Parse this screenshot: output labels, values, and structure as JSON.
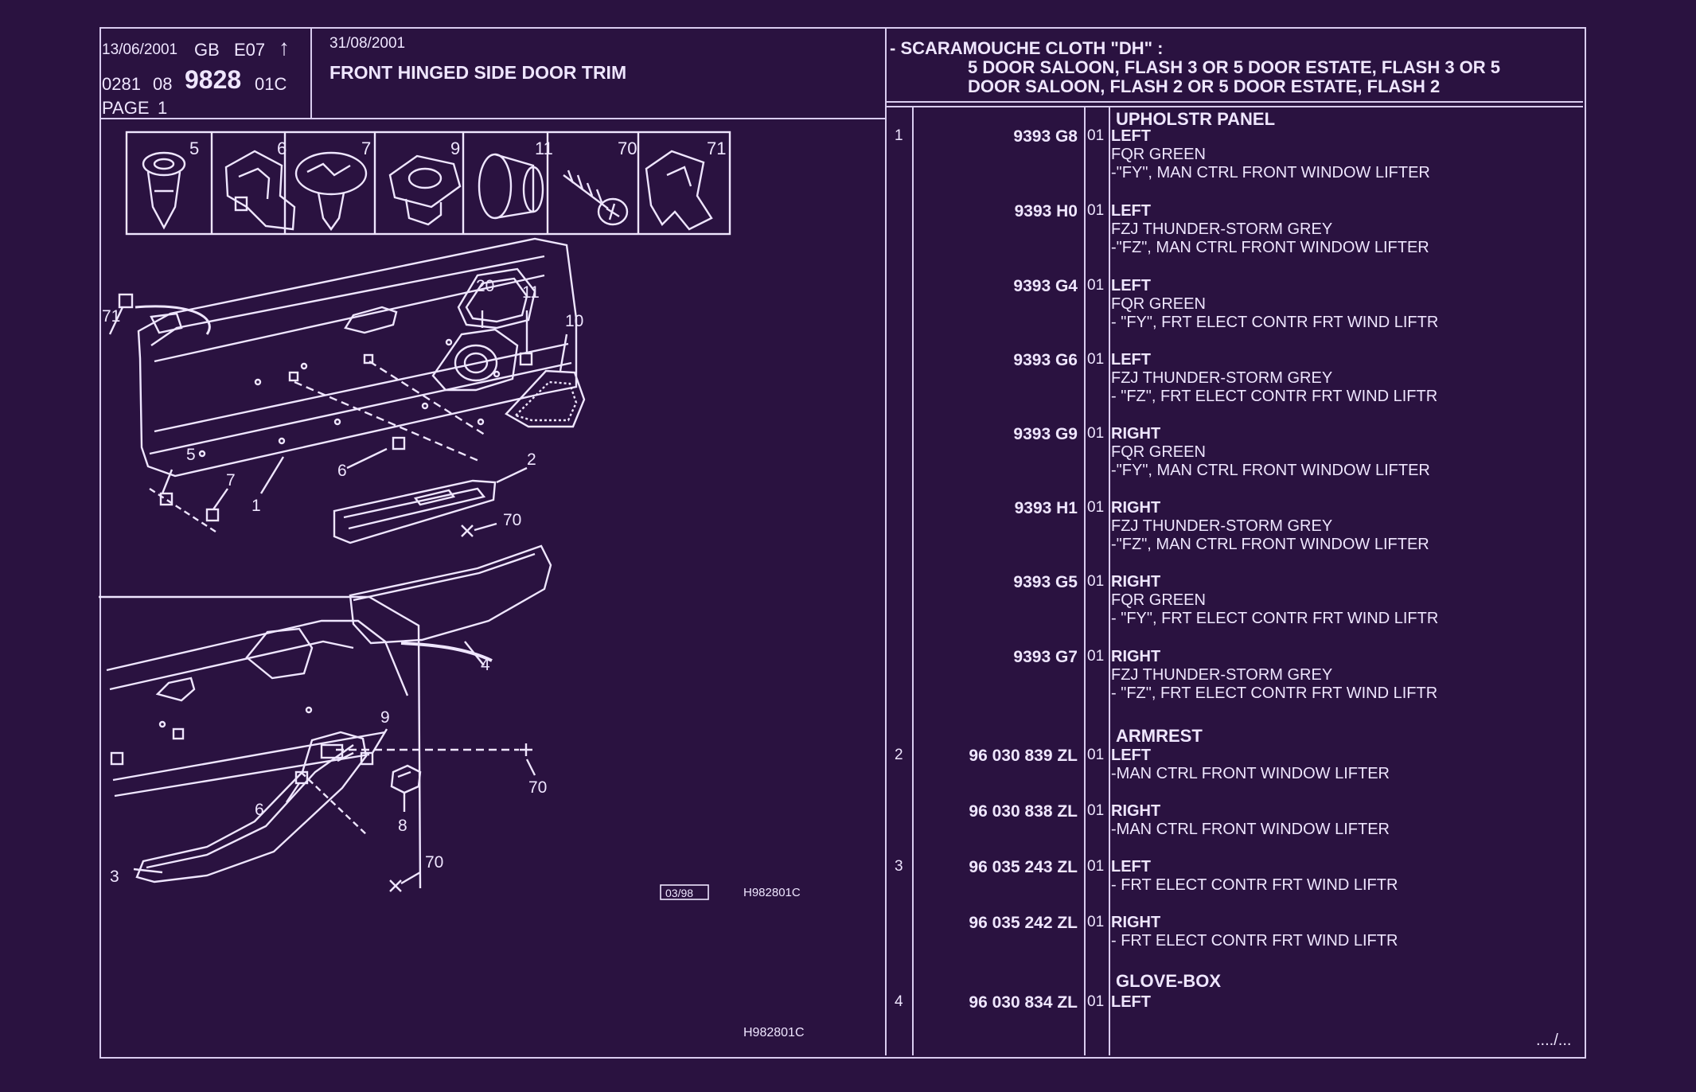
{
  "header": {
    "print_date": "13/06/2001",
    "country": "GB",
    "edition": "E07",
    "arrow": "↑",
    "code_prefix": "0281",
    "code_group": "08",
    "plate_number": "9828",
    "plate_suffix": "01C",
    "page_label": "PAGE",
    "page_number": "1",
    "plate_date": "31/08/2001",
    "plate_title": "FRONT HINGED SIDE DOOR TRIM",
    "condition_line1": "- SCARAMOUCHE CLOTH \"DH\" :",
    "condition_line2": "5 DOOR SALOON, FLASH 3 OR  5 DOOR ESTATE, FLASH 3 OR  5",
    "condition_line3": "DOOR SALOON, FLASH 2 OR  5 DOOR ESTATE, FLASH 2"
  },
  "diagram": {
    "fastener_boxes": [
      "5",
      "6",
      "7",
      "9",
      "11",
      "70",
      "71"
    ],
    "callouts": [
      "71",
      "20",
      "11",
      "10",
      "5",
      "7",
      "6",
      "1",
      "2",
      "70",
      "4",
      "9",
      "70",
      "6",
      "8",
      "3",
      "70"
    ],
    "stamp": "03/98",
    "ref_code": "H982801C",
    "footer_code": "H982801C"
  },
  "groups": [
    {
      "title": "UPHOLSTR PANEL"
    },
    {
      "title": "ARMREST"
    },
    {
      "title": "GLOVE-BOX"
    }
  ],
  "parts": [
    {
      "ref": "1",
      "part_no": "9393 G8",
      "ver": "01",
      "side": "LEFT",
      "line2": "FQR GREEN",
      "line3": "-\"FY\", MAN CTRL FRONT WINDOW LIFTER"
    },
    {
      "ref": "",
      "part_no": "9393 H0",
      "ver": "01",
      "side": "LEFT",
      "line2": "FZJ THUNDER-STORM GREY",
      "line3": "-\"FZ\", MAN CTRL FRONT WINDOW LIFTER"
    },
    {
      "ref": "",
      "part_no": "9393 G4",
      "ver": "01",
      "side": "LEFT",
      "line2": "FQR GREEN",
      "line3": "-     \"FY\", FRT ELECT CONTR FRT WIND LIFTR"
    },
    {
      "ref": "",
      "part_no": "9393 G6",
      "ver": "01",
      "side": "LEFT",
      "line2": "FZJ THUNDER-STORM GREY",
      "line3": "-     \"FZ\", FRT ELECT CONTR FRT WIND LIFTR"
    },
    {
      "ref": "",
      "part_no": "9393 G9",
      "ver": "01",
      "side": "RIGHT",
      "line2": "FQR GREEN",
      "line3": "-\"FY\", MAN CTRL FRONT WINDOW LIFTER"
    },
    {
      "ref": "",
      "part_no": "9393 H1",
      "ver": "01",
      "side": "RIGHT",
      "line2": "FZJ THUNDER-STORM GREY",
      "line3": "-\"FZ\", MAN CTRL FRONT WINDOW LIFTER"
    },
    {
      "ref": "",
      "part_no": "9393 G5",
      "ver": "01",
      "side": "RIGHT",
      "line2": "FQR GREEN",
      "line3": "-     \"FY\", FRT ELECT CONTR FRT WIND LIFTR"
    },
    {
      "ref": "",
      "part_no": "9393 G7",
      "ver": "01",
      "side": "RIGHT",
      "line2": "FZJ THUNDER-STORM GREY",
      "line3": "-     \"FZ\", FRT ELECT CONTR FRT WIND LIFTR"
    },
    {
      "ref": "2",
      "part_no": "96 030 839 ZL",
      "ver": "01",
      "side": "LEFT",
      "line2": "-MAN CTRL FRONT WINDOW LIFTER",
      "line3": ""
    },
    {
      "ref": "",
      "part_no": "96 030 838 ZL",
      "ver": "01",
      "side": "RIGHT",
      "line2": "-MAN CTRL FRONT WINDOW LIFTER",
      "line3": ""
    },
    {
      "ref": "3",
      "part_no": "96 035 243 ZL",
      "ver": "01",
      "side": "LEFT",
      "line2": "-      FRT ELECT CONTR FRT WIND LIFTR",
      "line3": ""
    },
    {
      "ref": "",
      "part_no": "96 035 242 ZL",
      "ver": "01",
      "side": "RIGHT",
      "line2": "-      FRT ELECT CONTR FRT WIND LIFTR",
      "line3": ""
    },
    {
      "ref": "4",
      "part_no": "96 030 834 ZL",
      "ver": "01",
      "side": "LEFT",
      "line2": "",
      "line3": ""
    }
  ],
  "continuation": "..../..."
}
